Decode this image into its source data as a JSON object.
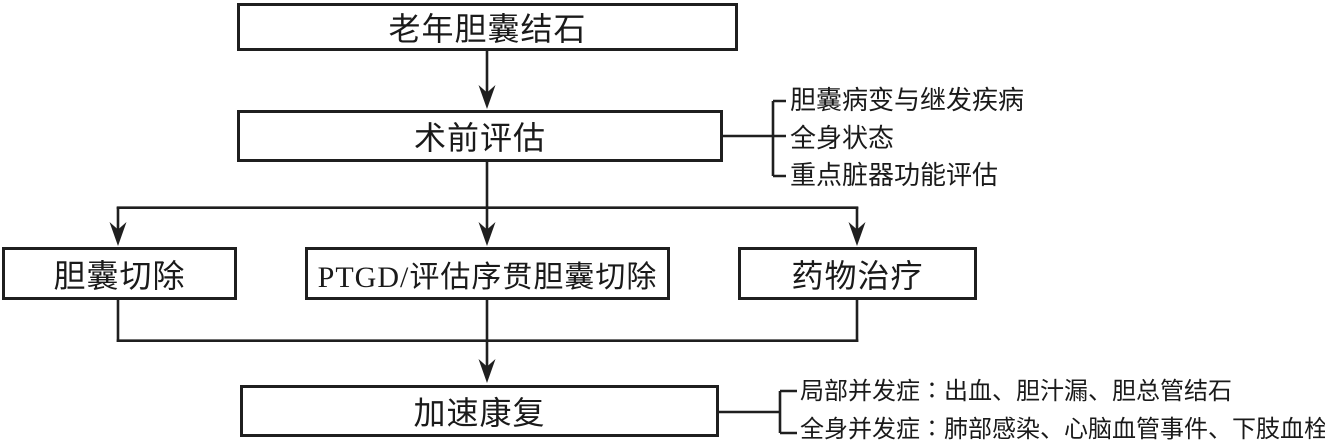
{
  "canvas": {
    "background": "#ffffff",
    "line_color": "#1f1f1f",
    "text_color": "#1a1a1a"
  },
  "flowchart": {
    "nodes": {
      "diagnosis": {
        "label": "老年胆囊结石"
      },
      "assessment": {
        "label": "术前评估"
      },
      "cholecystectomy": {
        "label": "胆囊切除"
      },
      "ptgd": {
        "label": "PTGD/评估序贯胆囊切除"
      },
      "medication": {
        "label": "药物治疗"
      },
      "recovery": {
        "label": "加速康复"
      }
    },
    "assessment_bracket": {
      "items": [
        "胆囊病变与继发疾病",
        "全身状态",
        "重点脏器功能评估"
      ]
    },
    "recovery_bracket": {
      "items": [
        "局部并发症∶出血、胆汁漏、胆总管结石",
        "全身并发症∶肺部感染、心脑血管事件、下肢血栓"
      ]
    }
  }
}
